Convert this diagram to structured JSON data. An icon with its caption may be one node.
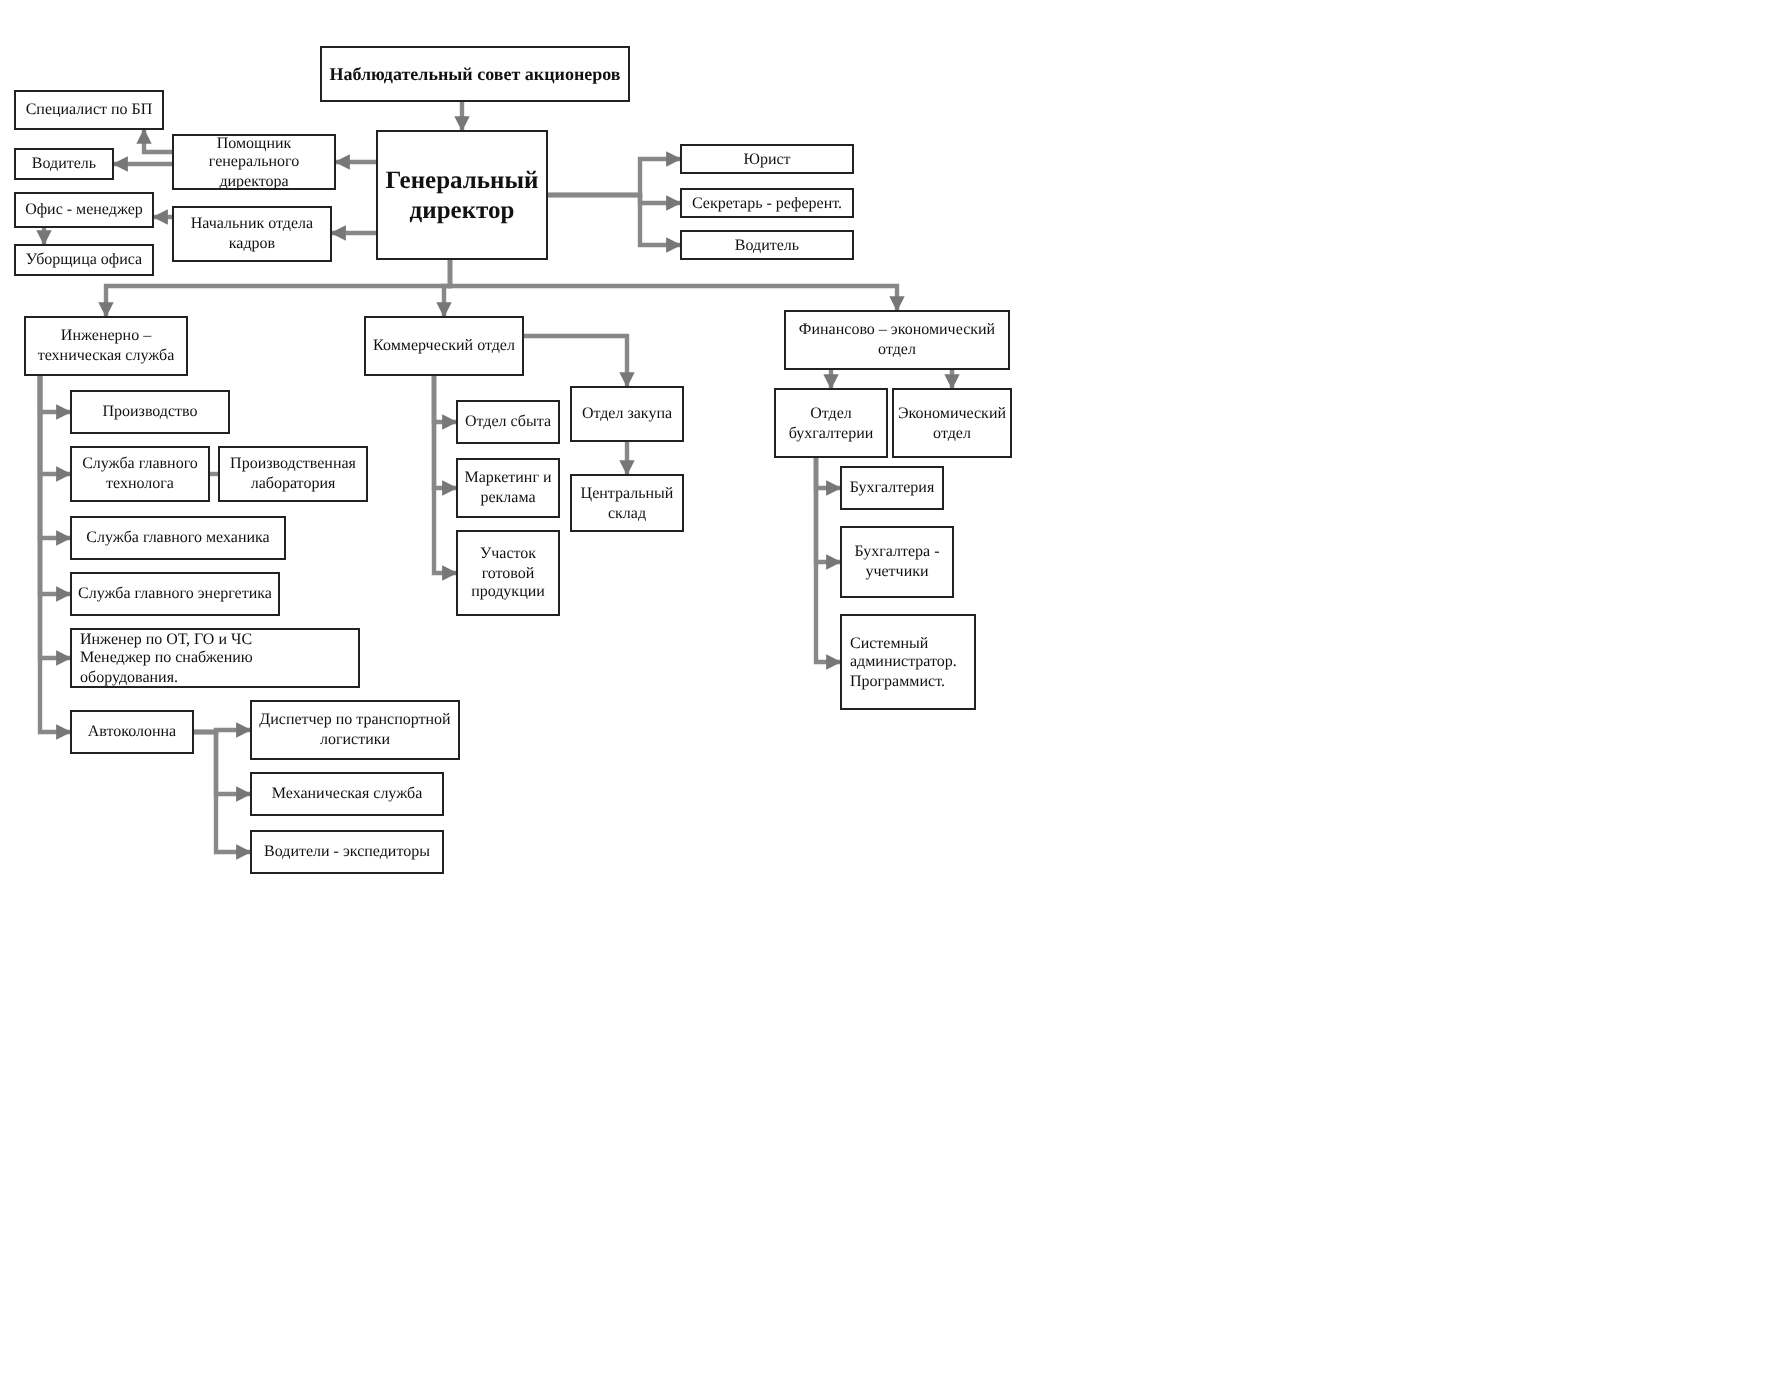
{
  "diagram": {
    "nodes": [
      {
        "text": [
          "Наблюдательный совет акционеров"
        ]
      },
      {
        "text": [
          "Генеральный директор"
        ]
      },
      {
        "text": [
          "Специалист по БП"
        ]
      },
      {
        "text": [
          "Помощник генерального директора"
        ]
      },
      {
        "text": [
          "Водитель"
        ]
      },
      {
        "text": [
          "Офис - менеджер"
        ]
      },
      {
        "text": [
          "Начальник отдела кадров"
        ]
      },
      {
        "text": [
          "Уборщица офиса"
        ]
      },
      {
        "text": [
          "Юрист"
        ]
      },
      {
        "text": [
          "Секретарь - референт."
        ]
      },
      {
        "text": [
          "Водитель"
        ]
      },
      {
        "text": [
          "Инженерно – техническая служба"
        ]
      },
      {
        "text": [
          "Коммерческий отдел"
        ]
      },
      {
        "text": [
          "Финансово – экономический отдел"
        ]
      },
      {
        "text": [
          "Производство"
        ]
      },
      {
        "text": [
          "Служба главного технолога"
        ]
      },
      {
        "text": [
          "Производственная лаборатория"
        ]
      },
      {
        "text": [
          "Служба главного механика"
        ]
      },
      {
        "text": [
          "Служба главного энергетика"
        ]
      },
      {
        "text": [
          "Инженер по ОТ, ГО и ЧС",
          "Менеджер по снабжению оборудования."
        ]
      },
      {
        "text": [
          "Автоколонна"
        ]
      },
      {
        "text": [
          "Диспетчер по транспортной логистики"
        ]
      },
      {
        "text": [
          "Механическая служба"
        ]
      },
      {
        "text": [
          "Водители - экспедиторы"
        ]
      },
      {
        "text": [
          "Отдел сбыта"
        ]
      },
      {
        "text": [
          "Маркетинг и реклама"
        ]
      },
      {
        "text": [
          "Участок готовой продукции"
        ]
      },
      {
        "text": [
          "Отдел закупа"
        ]
      },
      {
        "text": [
          "Центральный склад"
        ]
      },
      {
        "text": [
          "Отдел бухгалтерии"
        ]
      },
      {
        "text": [
          "Экономический отдел"
        ]
      },
      {
        "text": [
          "Бухгалтерия"
        ]
      },
      {
        "text": [
          "Бухгалтера - учетчики"
        ]
      },
      {
        "text": [
          "Системный администратор. Программист."
        ]
      }
    ],
    "edges": [
      {
        "from": 0,
        "to": 1,
        "arrow": "to"
      },
      {
        "from": 1,
        "to": 3,
        "arrow": "to"
      },
      {
        "from": 1,
        "to": 6,
        "arrow": "to"
      },
      {
        "from": 3,
        "to": 2,
        "arrow": "to"
      },
      {
        "from": 3,
        "to": 4,
        "arrow": "to"
      },
      {
        "from": 6,
        "to": 5,
        "arrow": "to"
      },
      {
        "from": 5,
        "to": 7,
        "arrow": "to"
      },
      {
        "from": 1,
        "to": 8,
        "arrow": "to"
      },
      {
        "from": 1,
        "to": 9,
        "arrow": "to"
      },
      {
        "from": 1,
        "to": 10,
        "arrow": "to"
      },
      {
        "from": 1,
        "to": 11,
        "arrow": "to"
      },
      {
        "from": 1,
        "to": 12,
        "arrow": "to"
      },
      {
        "from": 1,
        "to": 13,
        "arrow": "to"
      },
      {
        "from": 11,
        "to": 14,
        "arrow": "to"
      },
      {
        "from": 11,
        "to": 15,
        "arrow": "to"
      },
      {
        "from": 11,
        "to": 17,
        "arrow": "to"
      },
      {
        "from": 11,
        "to": 18,
        "arrow": "to"
      },
      {
        "from": 11,
        "to": 19,
        "arrow": "to"
      },
      {
        "from": 11,
        "to": 20,
        "arrow": "to"
      },
      {
        "from": 15,
        "to": 16,
        "arrow": "none"
      },
      {
        "from": 20,
        "to": 21,
        "arrow": "to"
      },
      {
        "from": 20,
        "to": 22,
        "arrow": "to"
      },
      {
        "from": 20,
        "to": 23,
        "arrow": "to"
      },
      {
        "from": 12,
        "to": 24,
        "arrow": "to"
      },
      {
        "from": 12,
        "to": 25,
        "arrow": "to"
      },
      {
        "from": 12,
        "to": 26,
        "arrow": "to"
      },
      {
        "from": 12,
        "to": 27,
        "arrow": "to"
      },
      {
        "from": 27,
        "to": 28,
        "arrow": "to"
      },
      {
        "from": 13,
        "to": 29,
        "arrow": "to"
      },
      {
        "from": 13,
        "to": 30,
        "arrow": "to"
      },
      {
        "from": 29,
        "to": 31,
        "arrow": "to"
      },
      {
        "from": 29,
        "to": 32,
        "arrow": "to"
      },
      {
        "from": 29,
        "to": 33,
        "arrow": "to"
      }
    ]
  }
}
